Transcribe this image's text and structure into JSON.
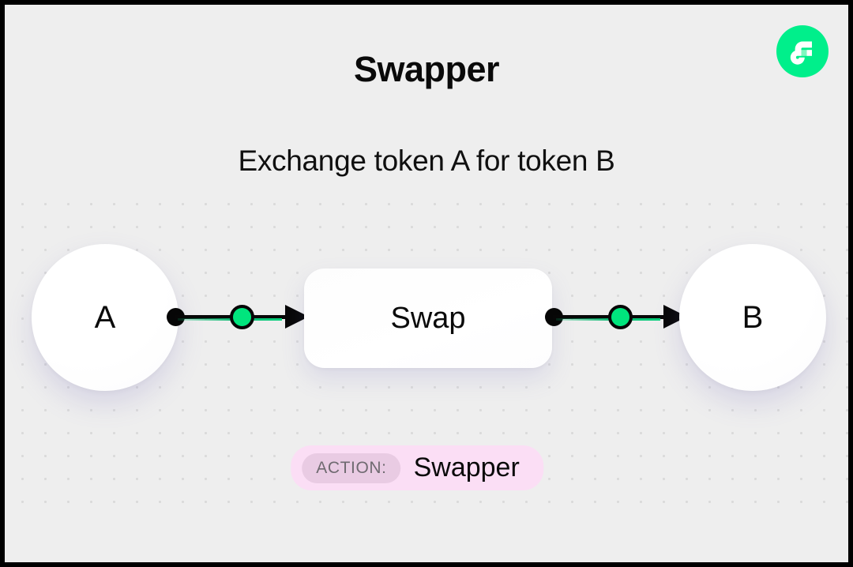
{
  "header": {
    "title": "Swapper",
    "subtitle": "Exchange token A for token B"
  },
  "logo": {
    "name": "flow-logo",
    "circle_color": "#00ef8b",
    "mark_color": "#ffffff",
    "accent_color": "#7ff7c0"
  },
  "diagram": {
    "source_token": "A",
    "process": "Swap",
    "target_token": "B",
    "connectors": [
      {
        "name": "connector-a-to-swap",
        "node_color": "#00e57d",
        "line_color": "#060606"
      },
      {
        "name": "connector-swap-to-b",
        "node_color": "#00e57d",
        "line_color": "#060606"
      }
    ]
  },
  "action_badge": {
    "label": "ACTION:",
    "value": "Swapper",
    "background": "#fbdef5",
    "pill_background": "#e9cbe3",
    "pill_text_color": "#6f6a70"
  },
  "theme": {
    "canvas_background": "#eeeeee",
    "frame_color": "#000000",
    "dot_color": "#dadada"
  }
}
